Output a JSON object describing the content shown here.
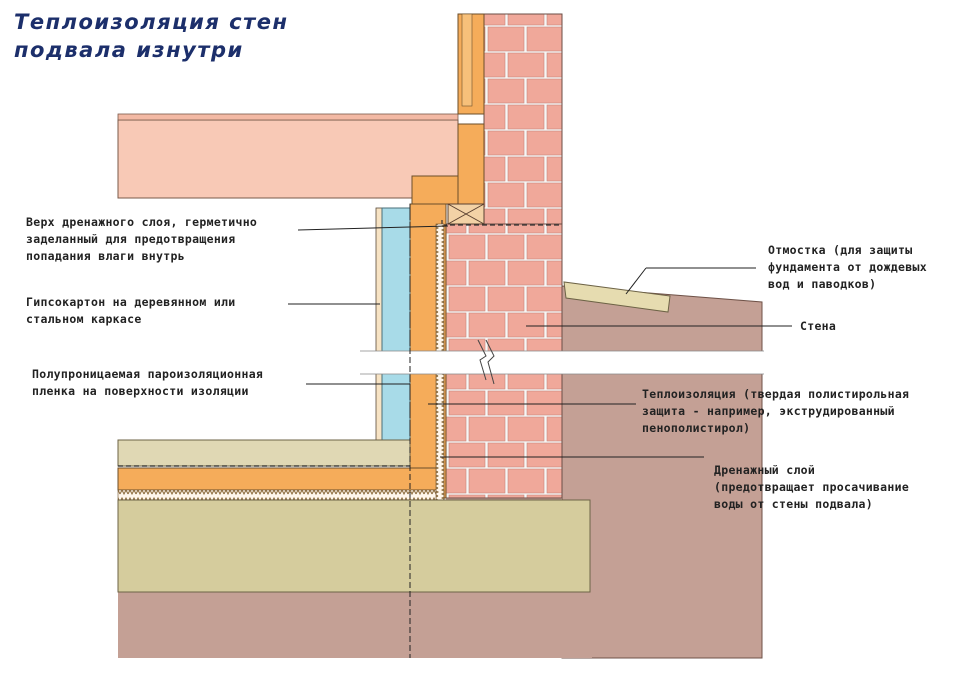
{
  "title": {
    "line1": "Теплоизоляция стен",
    "line2": "подвала изнутри"
  },
  "labels": {
    "drain_top": [
      "Верх дренажного слоя, герметично",
      "заделанный для предотвращения",
      "попадания влаги внутрь"
    ],
    "drywall": [
      "Гипсокартон на деревянном или",
      "стальном каркасе"
    ],
    "vapor": [
      "Полупроницаемая пароизоляционная",
      "пленка на поверхности изоляции"
    ],
    "otmostka": [
      "Отмостка (для защиты",
      "фундамента от дождевых",
      "вод и паводков)"
    ],
    "wall": [
      "Стена"
    ],
    "insulation": [
      "Теплоизоляция (твердая полистирольная",
      "защита - например, экструдированный",
      "пенополистирол)"
    ],
    "drainage": [
      "Дренажный слой",
      "(предотвращает просачивание",
      "воды от стены подвала)"
    ]
  },
  "colors": {
    "brick": "#f0a89a",
    "mortar": "#f7f7f5",
    "insulation": "#f5ac5a",
    "drywall": "#a8dbe8",
    "slab": "#f8c9b6",
    "soil": "#c4a095",
    "concrete": "#d5cc9d",
    "screed": "#e0d8b4",
    "title": "#1c2f6b"
  }
}
